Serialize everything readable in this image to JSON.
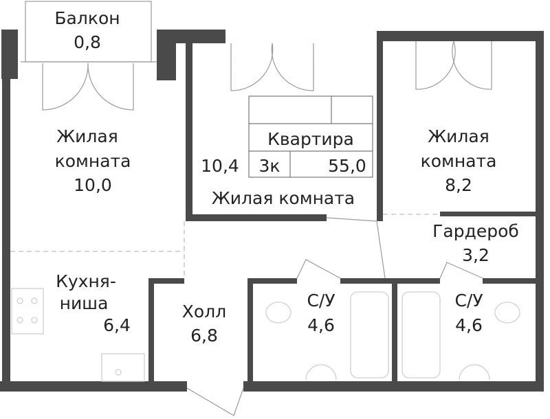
{
  "rooms": {
    "balcony": {
      "name": "Балкон",
      "area": "0,8"
    },
    "living1": {
      "name_line1": "Жилая",
      "name_line2": "комната",
      "area": "10,0"
    },
    "living2": {
      "name": "Жилая комната",
      "area": "10,4"
    },
    "living3": {
      "name_line1": "Жилая",
      "name_line2": "комната",
      "area": "8,2"
    },
    "wardrobe": {
      "name": "Гардероб",
      "area": "3,2"
    },
    "kitchen": {
      "name_line1": "Кухня-",
      "name_line2": "ниша",
      "area": "6,4"
    },
    "hall": {
      "name": "Холл",
      "area": "6,8"
    },
    "bath1": {
      "name": "С/У",
      "area": "4,6"
    },
    "bath2": {
      "name": "С/У",
      "area": "4,6"
    }
  },
  "info_table": {
    "title": "Квартира",
    "type": "3к",
    "total_area": "55,0"
  },
  "colors": {
    "wall": "#4a4a4a",
    "line": "#9a9a9a"
  }
}
